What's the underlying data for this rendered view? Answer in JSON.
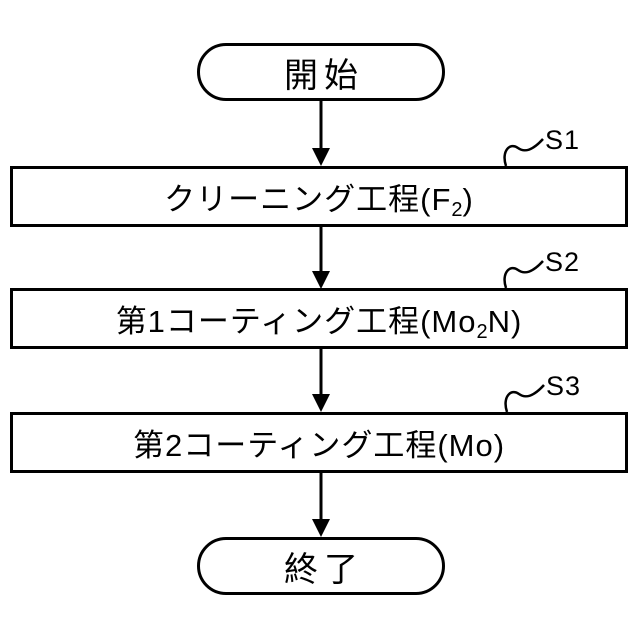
{
  "diagram": {
    "type": "flowchart",
    "orientation": "top-down",
    "colors": {
      "line": "#000000",
      "background": "#ffffff",
      "node_fill": "#ffffff"
    },
    "terminals": {
      "start": "開始",
      "end": "終了"
    },
    "steps": [
      {
        "tag": "S1",
        "label": "クリーニング工程(F",
        "sub": "2",
        "tail": ")"
      },
      {
        "tag": "S2",
        "label": "第1コーティング工程(Mo",
        "sub": "2",
        "tail": "N)"
      },
      {
        "tag": "S3",
        "label": "第2コーティング工程(Mo)",
        "sub": "",
        "tail": ""
      }
    ],
    "flow": "開始 → S1 → S2 → S3 → 終了"
  }
}
